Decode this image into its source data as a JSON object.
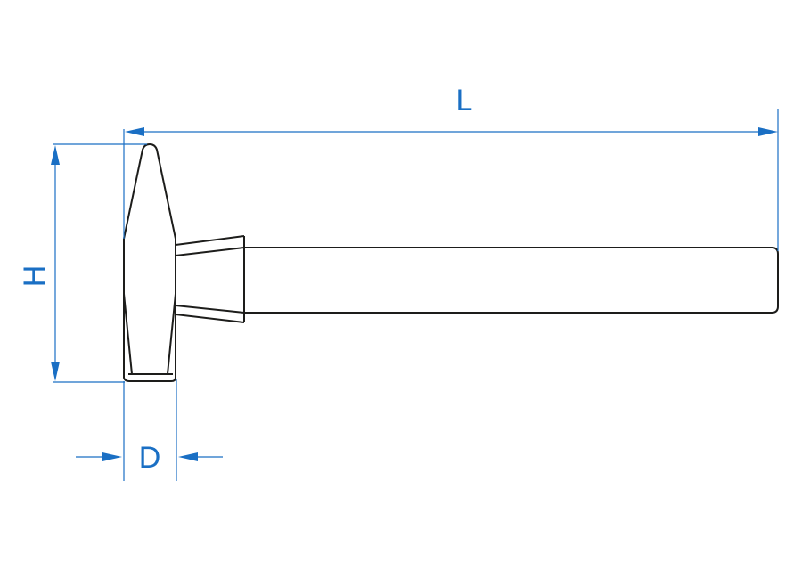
{
  "diagram": {
    "subject": "hammer",
    "dimensions": {
      "length_label": "L",
      "height_label": "H",
      "diameter_label": "D"
    },
    "colors": {
      "dimension": "#1a6fc4",
      "outline": "#1d1d1b"
    }
  }
}
